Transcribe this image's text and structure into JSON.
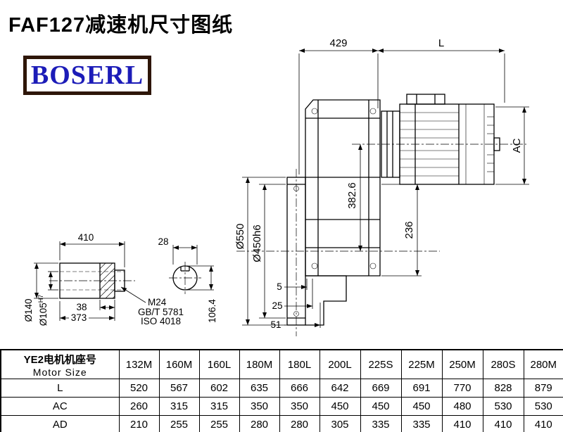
{
  "page": {
    "title": "FAF127减速机尺寸图纸"
  },
  "logo": {
    "text": "BOSERL"
  },
  "drawing": {
    "dims": {
      "d429": "429",
      "dL": "L",
      "dAC": "AC",
      "d550": "Ø550",
      "d450": "Ø450h6",
      "d382": "382.6",
      "d236": "236",
      "d5": "5",
      "d25": "25",
      "d51": "51",
      "d410": "410",
      "d28": "28",
      "d140": "Ø140",
      "d105": "Ø105",
      "d105sup": "H7",
      "d38": "38",
      "d373": "373",
      "d1064": "106.4"
    },
    "notes": {
      "m24": "M24",
      "gbt": "GB/T 5781",
      "iso": "ISO 4018"
    }
  },
  "table": {
    "header_cn": "YE2电机机座号",
    "header_en": "Motor Size",
    "columns": [
      "132M",
      "160M",
      "160L",
      "180M",
      "180L",
      "200L",
      "225S",
      "225M",
      "250M",
      "280S",
      "280M"
    ],
    "rows": [
      {
        "label": "L",
        "values": [
          520,
          567,
          602,
          635,
          666,
          642,
          669,
          691,
          770,
          828,
          879
        ]
      },
      {
        "label": "AC",
        "values": [
          260,
          315,
          315,
          350,
          350,
          450,
          450,
          450,
          480,
          530,
          530
        ]
      },
      {
        "label": "AD",
        "values": [
          210,
          255,
          255,
          280,
          280,
          305,
          335,
          335,
          410,
          410,
          410
        ]
      }
    ]
  }
}
